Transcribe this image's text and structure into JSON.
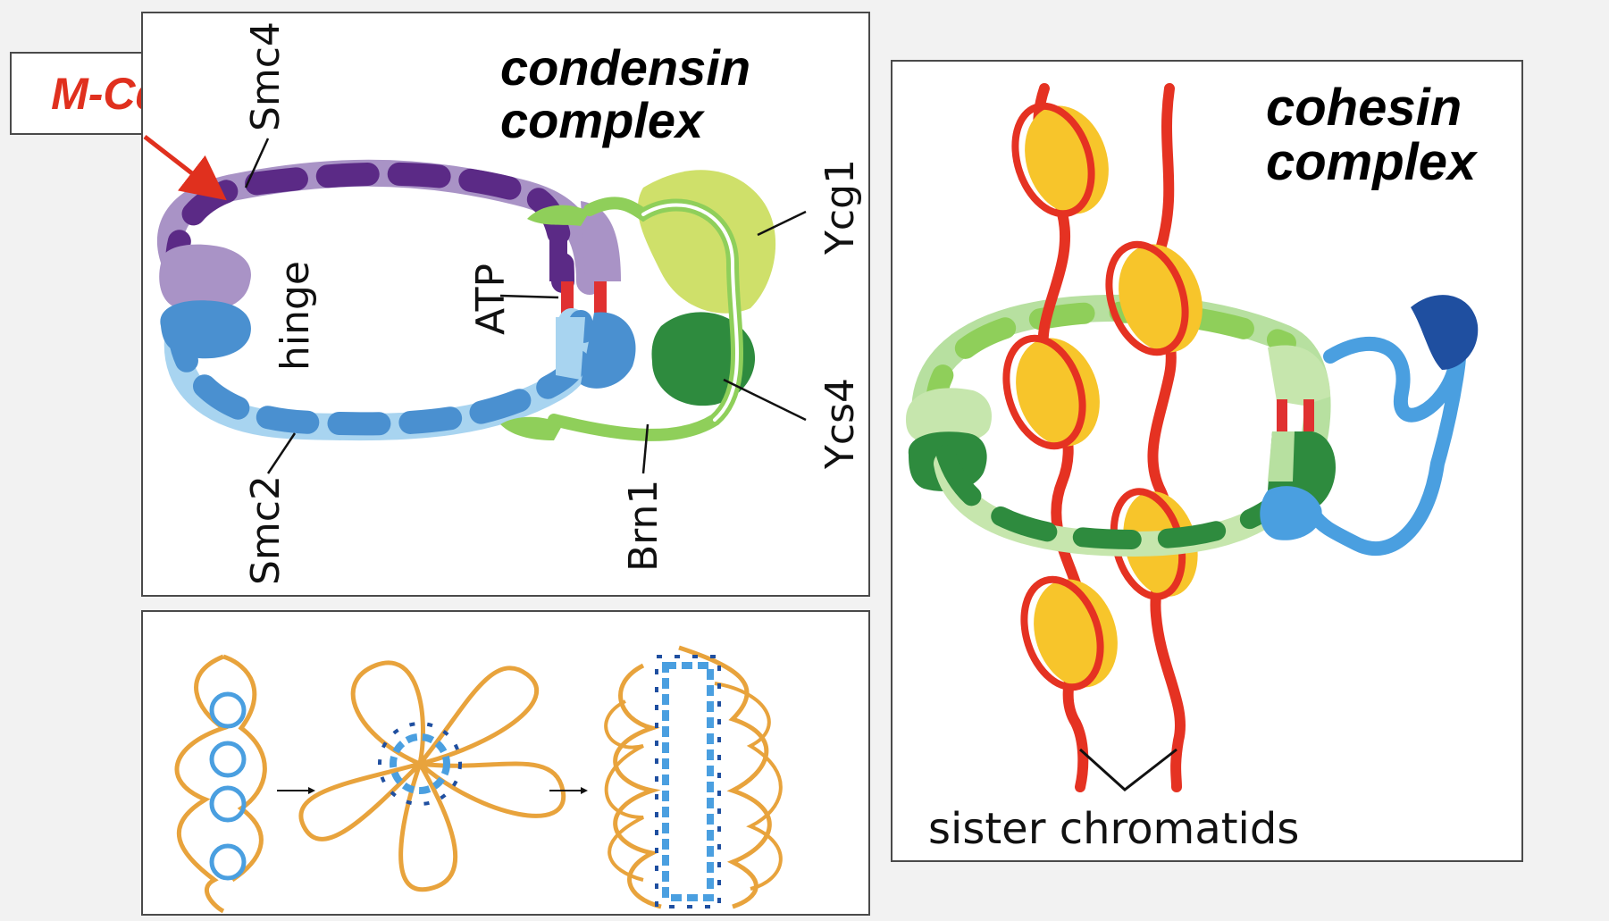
{
  "condensin": {
    "title_line1": "condensin",
    "title_line2": "complex",
    "labels": {
      "smc4": "Smc4",
      "smc2": "Smc2",
      "hinge": "hinge",
      "atp": "ATP",
      "ycg1": "Ycg1",
      "ycs4": "Ycs4",
      "brn1": "Brn1"
    }
  },
  "kinase": {
    "label": "M-Cdk",
    "color": "#e0301e"
  },
  "cohesin": {
    "title_line1": "cohesin",
    "title_line2": "complex",
    "sister_label": "sister chromatids"
  },
  "colors": {
    "smc4_dark": "#5b2a86",
    "smc4_light": "#a993c6",
    "smc2_dark": "#4a90d0",
    "smc2_light": "#a8d4f0",
    "atp_red": "#e03131",
    "ycg1": "#cfe06a",
    "ycs4": "#2e8b3e",
    "brn1": "#8fcf5a",
    "chromatid_red": "#e53222",
    "nucleosome": "#f7c52b",
    "dna_orange": "#e8a33c"
  }
}
